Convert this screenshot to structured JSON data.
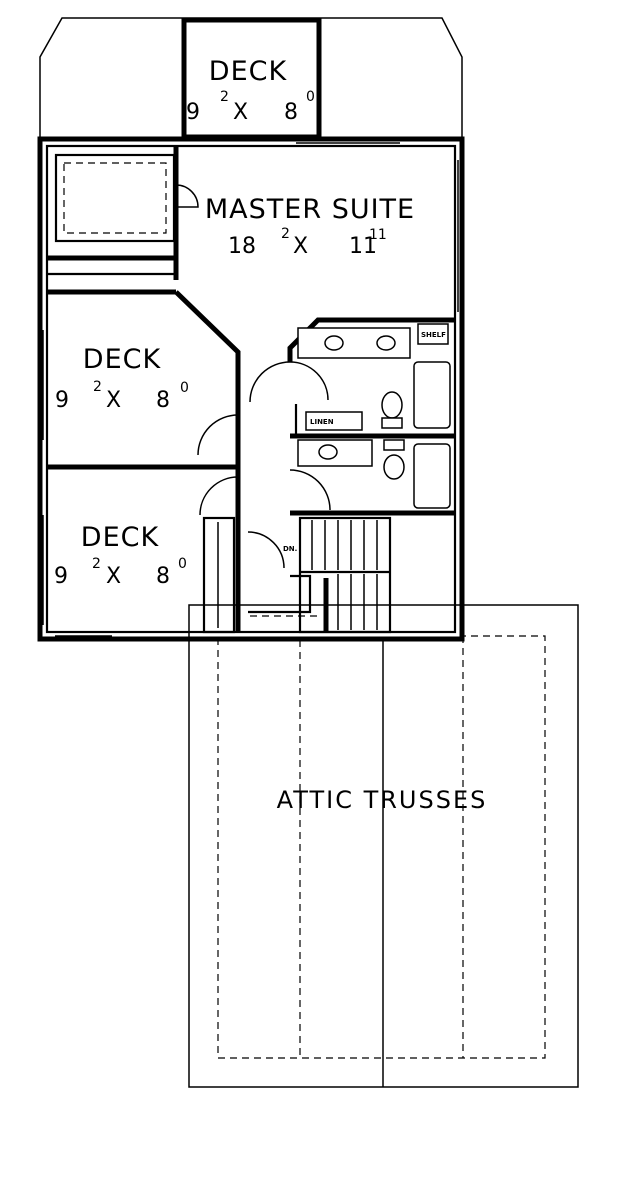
{
  "rooms": {
    "deck_top": {
      "name": "DECK",
      "dim_a": "9",
      "dim_a_sup": "2",
      "dim_x": "X",
      "dim_b": "8",
      "dim_b_sup": "0"
    },
    "master_suite": {
      "name": "MASTER SUITE",
      "dim_a": "18",
      "dim_a_sup": "2",
      "dim_x": "X",
      "dim_b": "11",
      "dim_b_sup": "11"
    },
    "deck_middle": {
      "name": "DECK",
      "dim_a": "9",
      "dim_a_sup": "2",
      "dim_x": "X",
      "dim_b": "8",
      "dim_b_sup": "0"
    },
    "deck_bottom": {
      "name": "DECK",
      "dim_a": "9",
      "dim_a_sup": "2",
      "dim_x": "X",
      "dim_b": "8",
      "dim_b_sup": "0"
    }
  },
  "labels": {
    "shelf": "SHELF",
    "linen": "LINEN",
    "down": "DN.",
    "attic": "ATTIC TRUSSES"
  }
}
